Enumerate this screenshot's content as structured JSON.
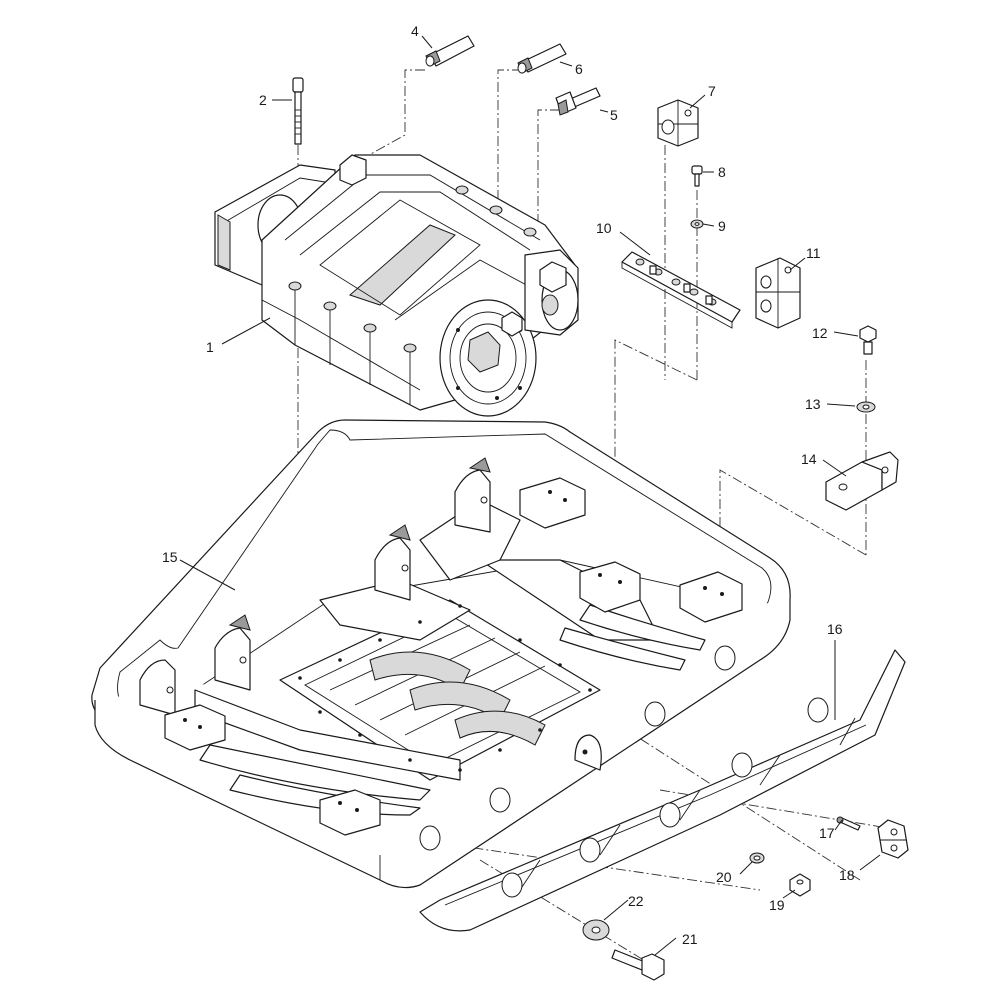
{
  "diagram": {
    "type": "exploded-parts-view",
    "callouts": [
      {
        "id": "c1",
        "label": "1"
      },
      {
        "id": "c2",
        "label": "2"
      },
      {
        "id": "c4",
        "label": "4"
      },
      {
        "id": "c5",
        "label": "5"
      },
      {
        "id": "c6",
        "label": "6"
      },
      {
        "id": "c7",
        "label": "7"
      },
      {
        "id": "c8",
        "label": "8"
      },
      {
        "id": "c9",
        "label": "9"
      },
      {
        "id": "c10",
        "label": "10"
      },
      {
        "id": "c11",
        "label": "11"
      },
      {
        "id": "c12",
        "label": "12"
      },
      {
        "id": "c13",
        "label": "13"
      },
      {
        "id": "c14",
        "label": "14"
      },
      {
        "id": "c15",
        "label": "15"
      },
      {
        "id": "c16",
        "label": "16"
      },
      {
        "id": "c17",
        "label": "17"
      },
      {
        "id": "c18",
        "label": "18"
      },
      {
        "id": "c19",
        "label": "19"
      },
      {
        "id": "c20",
        "label": "20"
      },
      {
        "id": "c21",
        "label": "21"
      },
      {
        "id": "c22",
        "label": "22"
      }
    ]
  },
  "colors": {
    "line": "#1a1a1a",
    "background": "#ffffff",
    "shade": "#d9d9d9"
  }
}
